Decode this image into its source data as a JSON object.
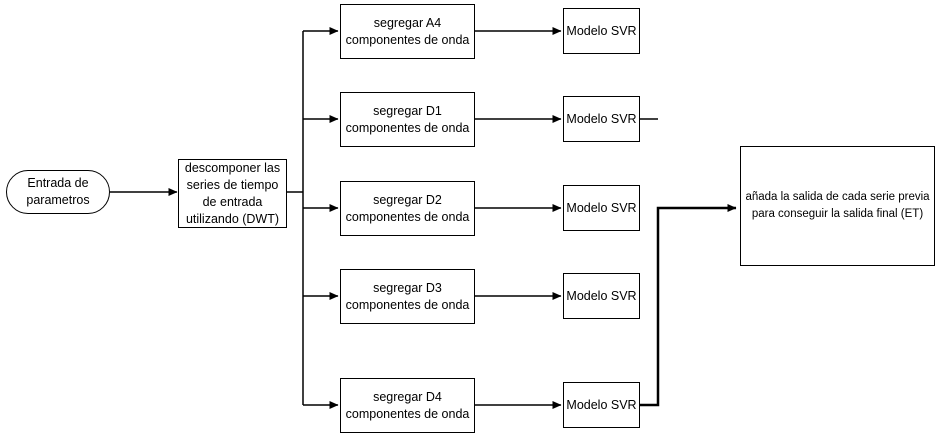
{
  "colors": {
    "background": "#ffffff",
    "line": "#000000",
    "box_border": "#000000",
    "text": "#000000"
  },
  "nodes": {
    "start": {
      "shape": "stadium",
      "label": "Entrada de parametros"
    },
    "decompose": {
      "shape": "rectangle",
      "label": "descomponer las series de tiempo de entrada utilizando (DWT)"
    },
    "output": {
      "shape": "rectangle",
      "label": "añada la salida de cada serie previa para conseguir la salida final (ET)"
    }
  },
  "branches": [
    {
      "segregate": "segregar A4 componentes de onda",
      "model": "Modelo SVR"
    },
    {
      "segregate": "segregar D1 componentes de onda",
      "model": "Modelo SVR"
    },
    {
      "segregate": "segregar D2 componentes de onda",
      "model": "Modelo SVR"
    },
    {
      "segregate": "segregar D3 componentes de onda",
      "model": "Modelo SVR"
    },
    {
      "segregate": "segregar D4 componentes de onda",
      "model": "Modelo SVR"
    }
  ]
}
